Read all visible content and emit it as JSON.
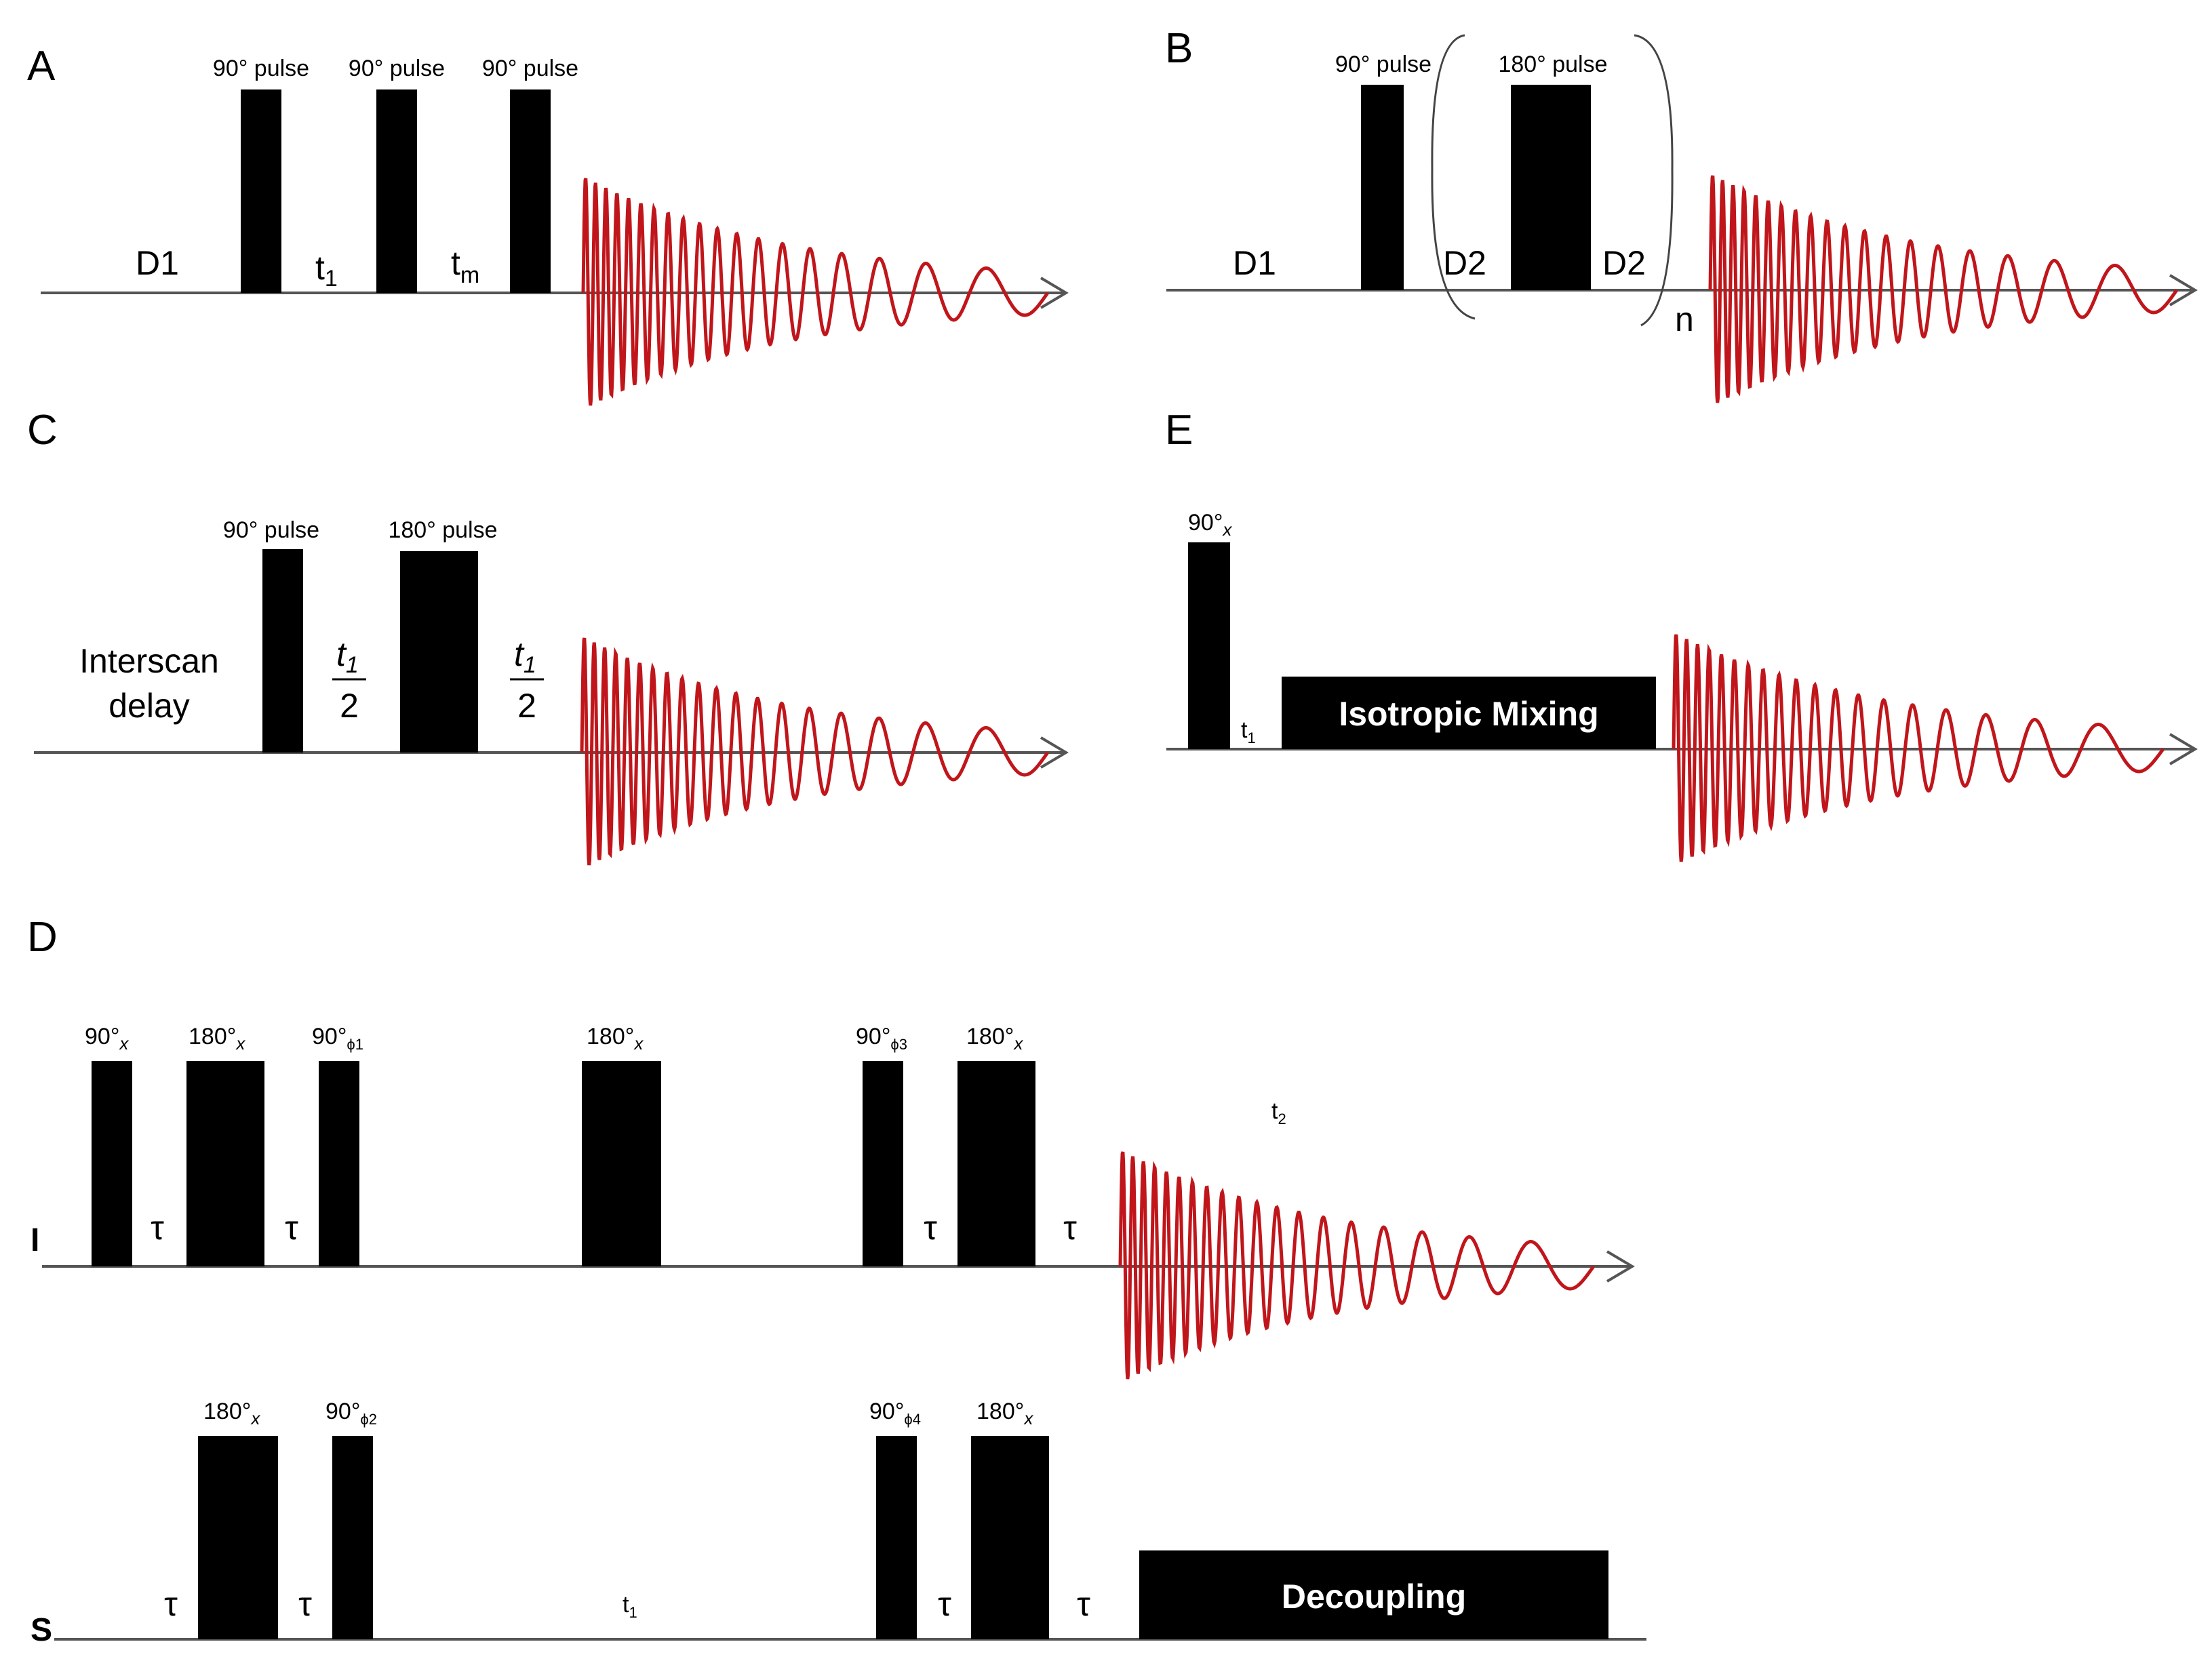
{
  "colors": {
    "fid": "#c0161b",
    "pulse": "#000000",
    "axis": "#555555"
  },
  "panels": {
    "A": {
      "label": "A",
      "pulse_labels": [
        "90° pulse",
        "90° pulse",
        "90° pulse"
      ],
      "delays": {
        "d1": "D1",
        "t1_base": "t",
        "t1_sub": "1",
        "tm_base": "t",
        "tm_sub": "m"
      }
    },
    "B": {
      "label": "B",
      "pulse_labels": [
        "90° pulse",
        "180° pulse"
      ],
      "delays": {
        "d1": "D1",
        "d2_left": "D2",
        "d2_right": "D2"
      },
      "repeat": "n"
    },
    "C": {
      "label": "C",
      "pulse_labels": [
        "90° pulse",
        "180° pulse"
      ],
      "interscan": [
        "Interscan",
        "delay"
      ],
      "frac": {
        "num_base": "t",
        "num_sub": "1",
        "den": "2"
      }
    },
    "D": {
      "label": "D",
      "channel_I": "I",
      "channel_S": "S",
      "tau": "τ",
      "t1_base": "t",
      "t1_sub": "1",
      "t2_base": "t",
      "t2_sub": "2",
      "decoupling": "Decoupling",
      "i_pulses": [
        {
          "base": "90°",
          "sub": "x",
          "italic": true
        },
        {
          "base": "180°",
          "sub": "x",
          "italic": true
        },
        {
          "base": "90°",
          "sub": "ϕ1",
          "italic": false
        },
        {
          "base": "180°",
          "sub": "x",
          "italic": true
        },
        {
          "base": "90°",
          "sub": "ϕ3",
          "italic": false
        },
        {
          "base": "180°",
          "sub": "x",
          "italic": true
        }
      ],
      "s_pulses": [
        {
          "base": "180°",
          "sub": "x",
          "italic": true
        },
        {
          "base": "90°",
          "sub": "ϕ2",
          "italic": false
        },
        {
          "base": "90°",
          "sub": "ϕ4",
          "italic": false
        },
        {
          "base": "180°",
          "sub": "x",
          "italic": true
        }
      ]
    },
    "E": {
      "label": "E",
      "pulse": {
        "base": "90°",
        "sub": "x"
      },
      "t1_base": "t",
      "t1_sub": "1",
      "mixing": "Isotropic Mixing"
    }
  }
}
